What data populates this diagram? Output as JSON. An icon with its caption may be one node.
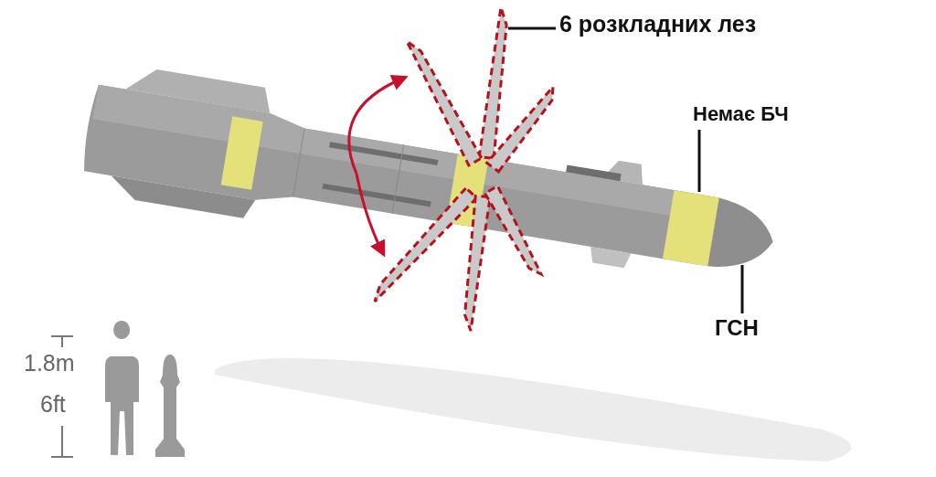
{
  "diagram": {
    "nodes": [
      {
        "text": [
          "6 розкладних лез"
        ]
      },
      {
        "text": [],
        "shape": "picture"
      },
      {
        "text": [
          "Немає БЧ"
        ]
      },
      {
        "text": [],
        "shape": "bar"
      },
      {
        "text": [
          "ГСН"
        ]
      },
      {
        "text": [],
        "shape": "picture"
      }
    ],
    "edges": [
      {
        "from": 0,
        "to": 1,
        "arrow": "none"
      },
      {
        "from": 2,
        "to": 3,
        "arrow": "none"
      },
      {
        "from": 4,
        "to": 5,
        "arrow": "none"
      }
    ],
    "labels": [
      "1.8m",
      "6ft"
    ]
  }
}
